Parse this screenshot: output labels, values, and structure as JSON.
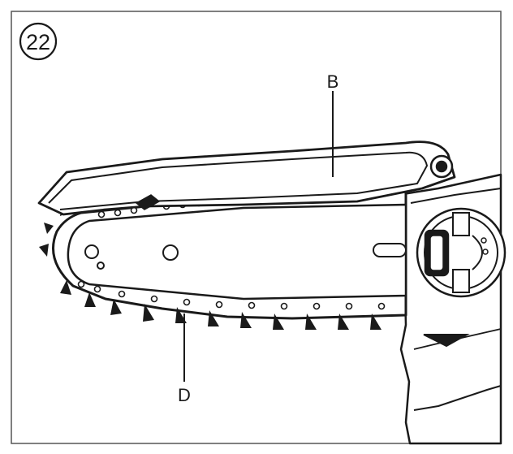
{
  "figure": {
    "number": "22",
    "callouts": {
      "b": "B",
      "d": "D"
    }
  },
  "colors": {
    "ink": "#1a1a1a",
    "frame": "#555555",
    "paper": "#ffffff"
  },
  "icons": {
    "chain": "saw-chain-icon",
    "bar": "guide-bar-icon",
    "cover": "chain-cover-icon",
    "knob": "tension-knob-icon"
  }
}
